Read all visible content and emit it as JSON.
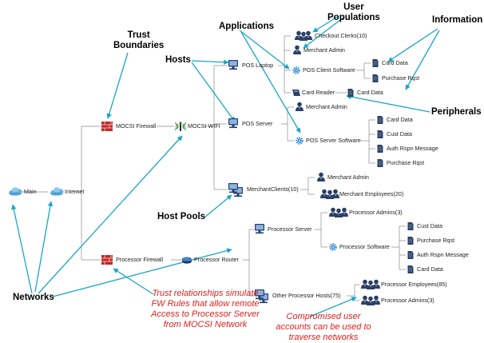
{
  "categories": {
    "user_populations": "User\nPopulations",
    "information": "Information",
    "applications": "Applications",
    "trust_boundaries": "Trust\nBoundaries",
    "hosts": "Hosts",
    "peripherals": "Peripherals",
    "host_pools": "Host Pools",
    "networks": "Networks"
  },
  "nodes": {
    "main": "Main",
    "internet": "Internet",
    "mocsi_firewall": "MOCSI Firewall",
    "mocsi_wifi": "MOCSI WIFI",
    "processor_firewall": "Processor Firewall",
    "processor_router": "Processor Router",
    "pos_laptop": "POS Laptop",
    "pos_server": "POS Server",
    "merchant_clients": "MerchantClients(10)",
    "checkout_clerks": "Checkout Clerks(10)",
    "merchant_admin_1": "Merchant Admin",
    "pos_client_software": "POS Client Software",
    "card_data_1": "Card Data",
    "purchase_rqst_1": "Purchase Rqst",
    "card_reader": "Card Reader",
    "card_data_2": "Card Data",
    "merchant_admin_2": "Merchant Admin",
    "pos_server_software": "POS Server Software",
    "card_data_3": "Card Data",
    "cust_data_1": "Cust Data",
    "auth_rspn_1": "Auth Rspn Message",
    "purchase_rqst_2": "Purchase Rqst",
    "merchant_admin_3": "Merchant Admin",
    "merchant_employees": "Merchant Employees(20)",
    "processor_server": "Processor Server",
    "processor_admins_1": "Processor Admins(3)",
    "processor_software": "Processor Software",
    "cust_data_2": "Cust Data",
    "purchase_rqst_3": "Purchase Rqst",
    "auth_rspn_2": "Auth Rspn Message",
    "card_data_4": "Card Data",
    "other_processor_hosts": "Other Processor Hosts(75)",
    "processor_employees": "Processor Employees(85)",
    "processor_admins_2": "Processor Admins(3)"
  },
  "notes": {
    "trust_relationships": "Trust relationships simulate FW Rules that allow remote Access to Processor Server from MOCSI Network",
    "compromised_accounts": "Compromised user accounts can be used to traverse networks"
  },
  "colors": {
    "arrow": "#1aa5c8",
    "note_text": "#e0201b",
    "firewall": "#c0282a",
    "computer": "#24416e",
    "user": "#2a3f66",
    "gear": "#3a8fd6",
    "cloud": "#6cb4e4",
    "tree_line": "#8a8a8a"
  },
  "icons": {
    "cloud": "cloud-icon",
    "firewall": "firewall-icon",
    "wifi": "wifi-antenna-icon",
    "router": "router-icon",
    "computer": "computer-icon",
    "user": "user-icon",
    "user_group": "user-group-icon",
    "gear": "gear-icon",
    "document": "document-icon",
    "card_reader": "card-reader-icon"
  }
}
